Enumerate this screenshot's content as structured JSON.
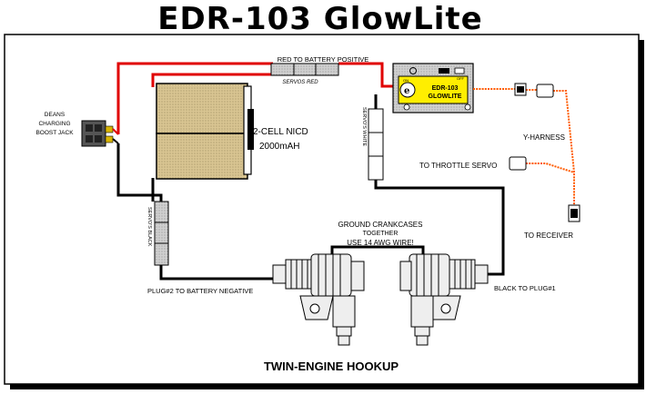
{
  "title": "EDR-103 GlowLite",
  "footer": "TWIN-ENGINE HOOKUP",
  "labels": {
    "red_to_battery": "RED TO BATTERY POSITIVE",
    "servo_red": "SERVOS RED",
    "deans_line1": "DEANS",
    "deans_line2": "CHARGING",
    "deans_line3": "BOOST JACK",
    "battery_line1": "2-CELL NICD",
    "battery_line2": "2000mAH",
    "servo_white": "SERVO'S WHITE",
    "servo_black": "SERVO'S BLACK",
    "y_harness": "Y-HARNESS",
    "to_throttle": "TO THROTTLE SERVO",
    "to_receiver": "TO RECEIVER",
    "ground_line1": "GROUND CRANKCASES",
    "ground_line2": "TOGETHER",
    "ground_line3": "USE 14 AWG WIRE!",
    "plug2": "PLUG#2 TO BATTERY NEGATIVE",
    "plug1": "BLACK TO PLUG#1",
    "module_line1": "EDR-103",
    "module_line2": "GLOWLITE",
    "module_on": "ON",
    "module_off": "OFF"
  },
  "colors": {
    "red_wire": "#e00000",
    "black_wire": "#000000",
    "battery": "#d9c592",
    "module": "#ffee00",
    "module_base": "#d8d8d8",
    "engine": "#eeeeee",
    "orange_wire": "#ff5a00"
  }
}
